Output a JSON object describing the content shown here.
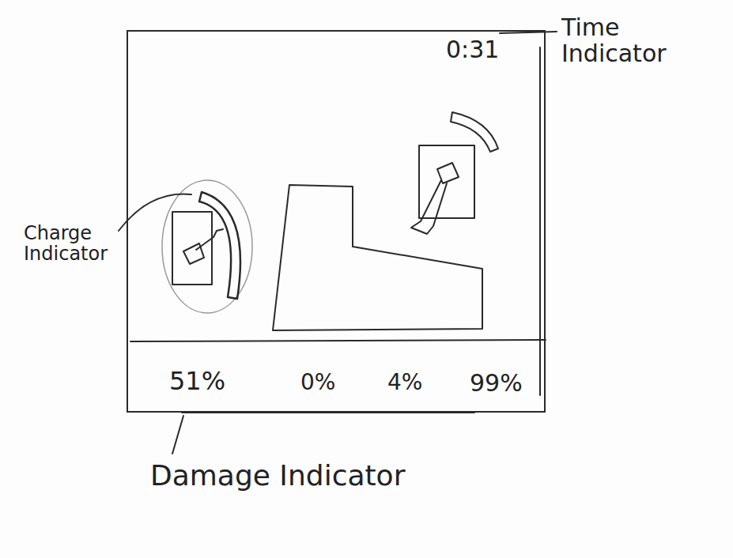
{
  "diagram": {
    "nodes": [
      {
        "text": [
          "0:31",
          "51%",
          "0%",
          "4%",
          "99%"
        ]
      }
    ],
    "labels": [
      "Time Indicator",
      "Charge Indicator",
      "Damage Indicator"
    ]
  }
}
